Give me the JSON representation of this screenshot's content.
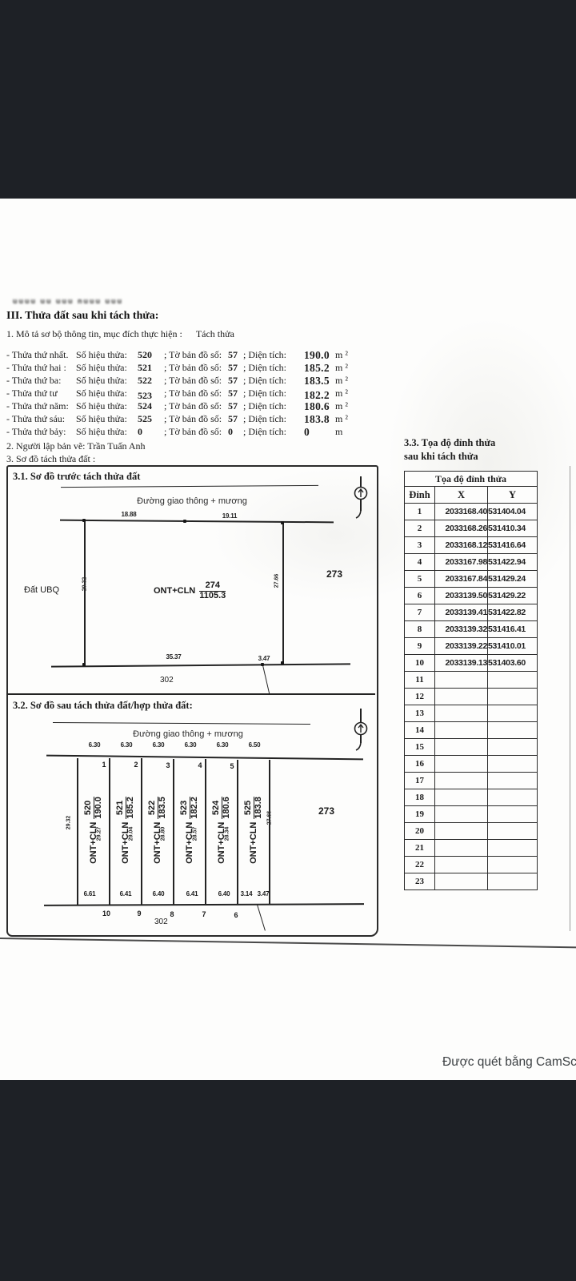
{
  "viewer": {
    "watermark": "Được quét bằng CamScann"
  },
  "document": {
    "illegible_fragment": "uuuu uu uuu nuuu uuu",
    "section3": {
      "heading": "III. Thửa đất sau khi tách thửa:",
      "line1_label": "1. Mô tả sơ bộ thông tin, mục đích thực hiện :",
      "line1_value": "Tách thửa",
      "f1": "Số hiệu thửa:",
      "f2": "; Tờ bản đồ số:",
      "f3": "; Diện tích:",
      "rows": [
        {
          "label": "- Thửa thứ nhất.",
          "so": "520",
          "to": "57",
          "area": "190.0",
          "unit": "m ²"
        },
        {
          "label": "- Thửa thứ hai :",
          "so": "521",
          "to": "57",
          "area": "185.2",
          "unit": "m ²"
        },
        {
          "label": "- Thửa thứ ba:",
          "so": "522",
          "to": "57",
          "area": "183.5",
          "unit": "m ²"
        },
        {
          "label": "- Thửa thứ tư",
          "so": "523",
          "to": "57",
          "area": "182.2",
          "unit": "m ²"
        },
        {
          "label": "- Thửa thứ năm:",
          "so": "524",
          "to": "57",
          "area": "180.6",
          "unit": "m ²"
        },
        {
          "label": "- Thửa thứ sáu:",
          "so": "525",
          "to": "57",
          "area": "183.8",
          "unit": "m ²"
        },
        {
          "label": "- Thửa thứ bảy:",
          "so": "0",
          "to": "0",
          "area": "0",
          "unit": "m"
        }
      ],
      "line2": "2. Người lập bản vẽ: Trần Tuấn Anh",
      "line3": "3. Sơ đồ tách thửa đất :"
    },
    "diagram1": {
      "title": "3.1. Sơ đồ trước tách thửa đất",
      "road_label": "Đường giao thông + mương",
      "top_measurements": [
        "18.88",
        "19.11"
      ],
      "left_label": "Đất UBQ",
      "left_side": "29.32",
      "right_side": "27.66",
      "parcel_use": "ONT+CLN",
      "parcel_number": "274",
      "parcel_area": "1105.3",
      "right_parcel": "273",
      "bottom_measurements": [
        "35.37",
        "3.47"
      ],
      "bottom_parcel": "302"
    },
    "diagram2": {
      "title": "3.2. Sơ đồ sau tách thửa đất/hợp thửa đất:",
      "road_label": "Đường giao thông + mương",
      "top_measurements": [
        "6.30",
        "6.30",
        "6.30",
        "6.30",
        "6.30",
        "6.50"
      ],
      "top_vertices": [
        "1",
        "2",
        "3",
        "4",
        "5"
      ],
      "parcels": [
        {
          "use": "ONT+CLN",
          "number": "520",
          "area": "190.0"
        },
        {
          "use": "ONT+CLN",
          "number": "521",
          "area": "185.2"
        },
        {
          "use": "ONT+CLN",
          "number": "522",
          "area": "183.5"
        },
        {
          "use": "ONT+CLN",
          "number": "523",
          "area": "182.2"
        },
        {
          "use": "ONT+CLN",
          "number": "524",
          "area": "180.6"
        },
        {
          "use": "ONT+CLN",
          "number": "525",
          "area": "183.8"
        }
      ],
      "side_measurements": [
        "29.32",
        "29.27",
        "29.04",
        "28.80",
        "28.57",
        "28.34",
        "27.66"
      ],
      "bottom_measurements": [
        "6.61",
        "6.41",
        "6.40",
        "6.41",
        "6.40",
        "3.14",
        "3.47"
      ],
      "bottom_vertices": [
        "10",
        "9",
        "8",
        "7",
        "6"
      ],
      "right_parcel": "273",
      "bottom_parcel": "302"
    },
    "coord": {
      "title_line1": "3.3. Tọa độ đỉnh thửa",
      "title_line2": "sau khi tách thửa",
      "header": "Tọa độ đỉnh thửa",
      "columns": [
        "Đỉnh",
        "X",
        "Y"
      ],
      "rows": [
        {
          "dinh": "1",
          "x": "2033168.40",
          "y": "531404.04"
        },
        {
          "dinh": "2",
          "x": "2033168.26",
          "y": "531410.34"
        },
        {
          "dinh": "3",
          "x": "2033168.12",
          "y": "531416.64"
        },
        {
          "dinh": "4",
          "x": "2033167.98",
          "y": "531422.94"
        },
        {
          "dinh": "5",
          "x": "2033167.84",
          "y": "531429.24"
        },
        {
          "dinh": "6",
          "x": "2033139.50",
          "y": "531429.22"
        },
        {
          "dinh": "7",
          "x": "2033139.41",
          "y": "531422.82"
        },
        {
          "dinh": "8",
          "x": "2033139.32",
          "y": "531416.41"
        },
        {
          "dinh": "9",
          "x": "2033139.22",
          "y": "531410.01"
        },
        {
          "dinh": "10",
          "x": "2033139.13",
          "y": "531403.60"
        },
        {
          "dinh": "11",
          "x": "",
          "y": ""
        },
        {
          "dinh": "12",
          "x": "",
          "y": ""
        },
        {
          "dinh": "13",
          "x": "",
          "y": ""
        },
        {
          "dinh": "14",
          "x": "",
          "y": ""
        },
        {
          "dinh": "15",
          "x": "",
          "y": ""
        },
        {
          "dinh": "16",
          "x": "",
          "y": ""
        },
        {
          "dinh": "17",
          "x": "",
          "y": ""
        },
        {
          "dinh": "18",
          "x": "",
          "y": ""
        },
        {
          "dinh": "19",
          "x": "",
          "y": ""
        },
        {
          "dinh": "20",
          "x": "",
          "y": ""
        },
        {
          "dinh": "21",
          "x": "",
          "y": ""
        },
        {
          "dinh": "22",
          "x": "",
          "y": ""
        },
        {
          "dinh": "23",
          "x": "",
          "y": ""
        }
      ]
    }
  }
}
